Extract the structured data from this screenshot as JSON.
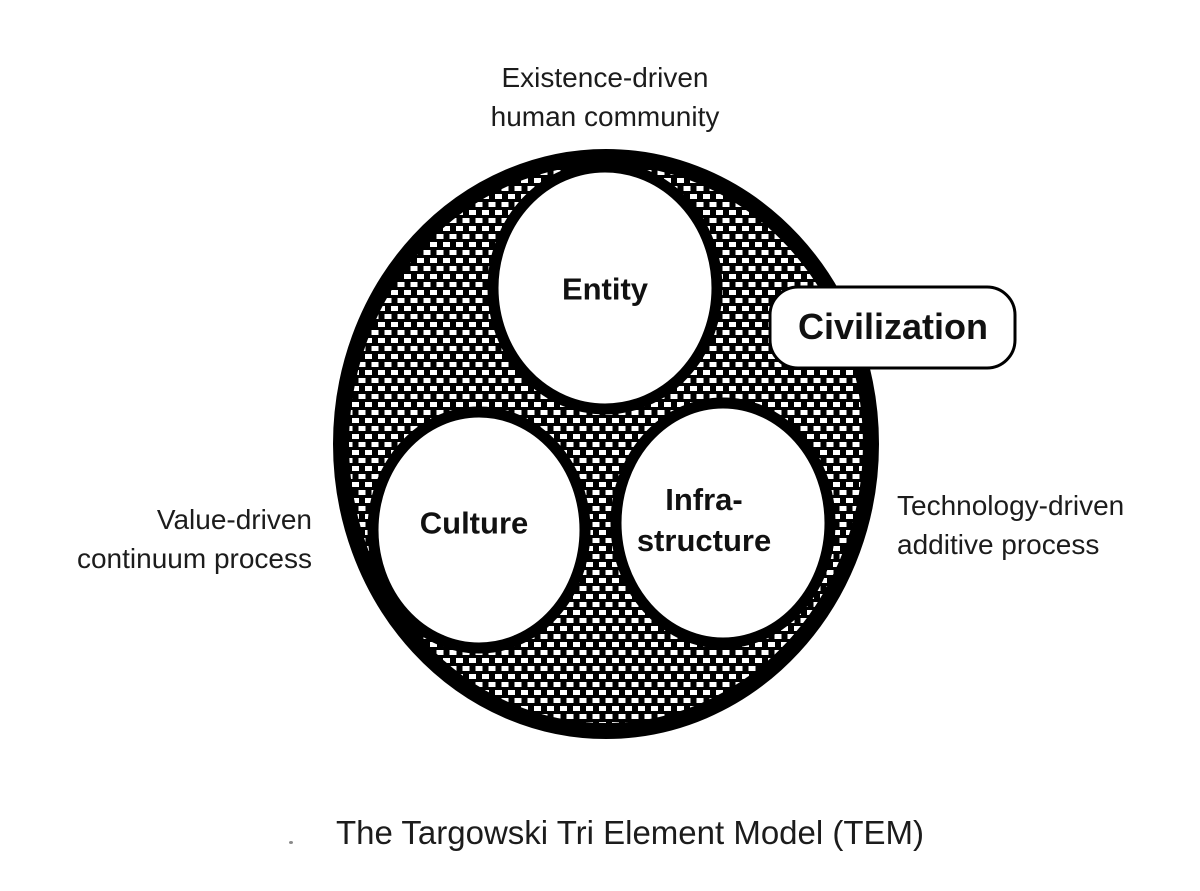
{
  "diagram": {
    "caption": "The Targowski Tri Element Model (TEM)",
    "badge": {
      "label": "Civilization"
    },
    "circles": [
      {
        "id": "entity",
        "label": "Entity"
      },
      {
        "id": "culture",
        "label": "Culture"
      },
      {
        "id": "infrastructure",
        "label": "Infra-\nstructure"
      }
    ],
    "annotations": {
      "top": "Existence-driven\nhuman community",
      "left": "Value-driven\ncontinuum process",
      "right": "Technology-driven\nadditive process"
    },
    "colors": {
      "ink": "#000000",
      "paper": "#ffffff",
      "text": "#1c1c1c"
    }
  }
}
